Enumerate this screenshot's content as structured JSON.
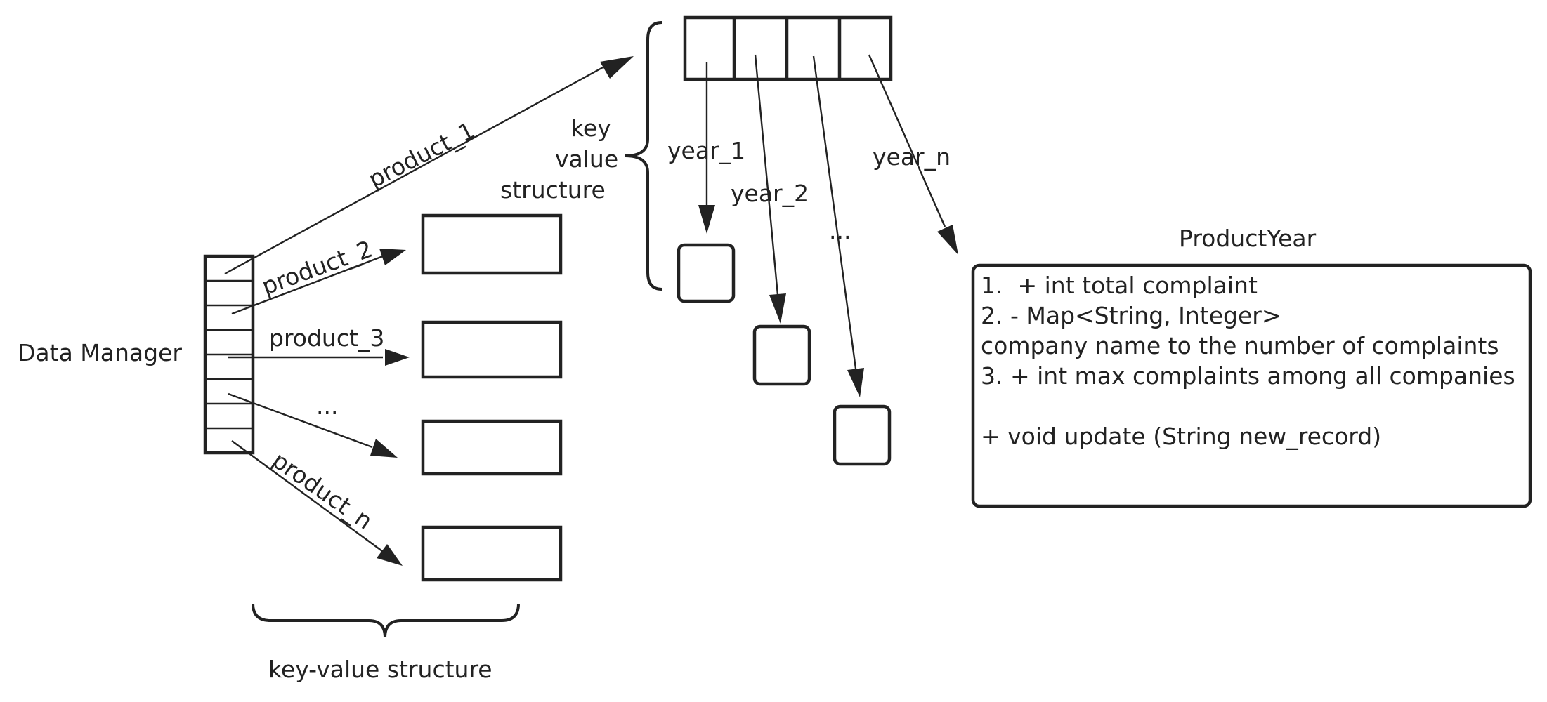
{
  "colors": {
    "stroke": "#222222",
    "background": "#ffffff",
    "text": "#222222"
  },
  "data_manager": {
    "label": "Data Manager"
  },
  "product_links": [
    {
      "label": "product_1"
    },
    {
      "label": "product_2"
    },
    {
      "label": "product_3"
    },
    {
      "label": "..."
    },
    {
      "label": "product_n"
    }
  ],
  "left_structure": {
    "label": "key-value structure"
  },
  "year_structure": {
    "label_lines": [
      "key",
      "value",
      "structure"
    ],
    "year_links": [
      {
        "label": "year_1"
      },
      {
        "label": "year_2"
      },
      {
        "label": "..."
      },
      {
        "label": "year_n"
      }
    ]
  },
  "product_year": {
    "title": "ProductYear",
    "lines": [
      "1.  + int total complaint",
      "2. - Map<String, Integer>",
      "company name to the number of complaints",
      "3. + int max complaints among all companies",
      "",
      "+ void update (String new_record)"
    ]
  }
}
